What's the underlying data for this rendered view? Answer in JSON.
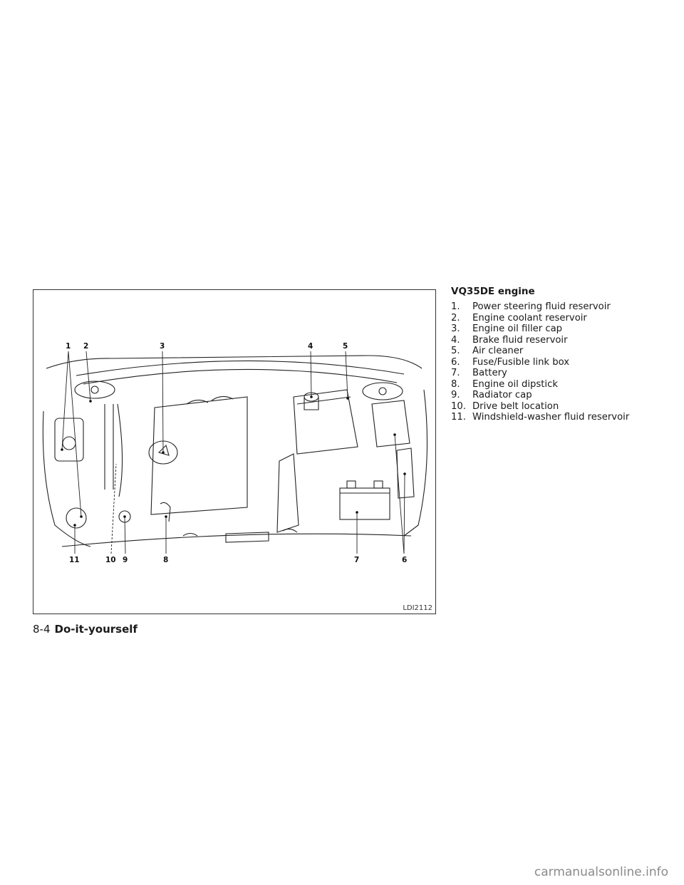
{
  "figure": {
    "code": "LDI2112",
    "callouts": [
      "1",
      "2",
      "3",
      "4",
      "5",
      "6",
      "7",
      "8",
      "9",
      "10",
      "11"
    ]
  },
  "caption": {
    "title": "VQ35DE engine",
    "items": [
      {
        "num": "1.",
        "label": "Power steering fluid reservoir"
      },
      {
        "num": "2.",
        "label": "Engine coolant reservoir"
      },
      {
        "num": "3.",
        "label": "Engine oil filler cap"
      },
      {
        "num": "4.",
        "label": "Brake fluid reservoir"
      },
      {
        "num": "5.",
        "label": "Air cleaner"
      },
      {
        "num": "6.",
        "label": "Fuse/Fusible link box"
      },
      {
        "num": "7.",
        "label": "Battery"
      },
      {
        "num": "8.",
        "label": "Engine oil dipstick"
      },
      {
        "num": "9.",
        "label": "Radiator cap"
      },
      {
        "num": "10.",
        "label": "Drive belt location"
      },
      {
        "num": "11.",
        "label": "Windshield-washer fluid reservoir"
      }
    ]
  },
  "footer": {
    "page_number": "8-4",
    "section": "Do-it-yourself"
  },
  "watermark": "carmanualsonline.info"
}
